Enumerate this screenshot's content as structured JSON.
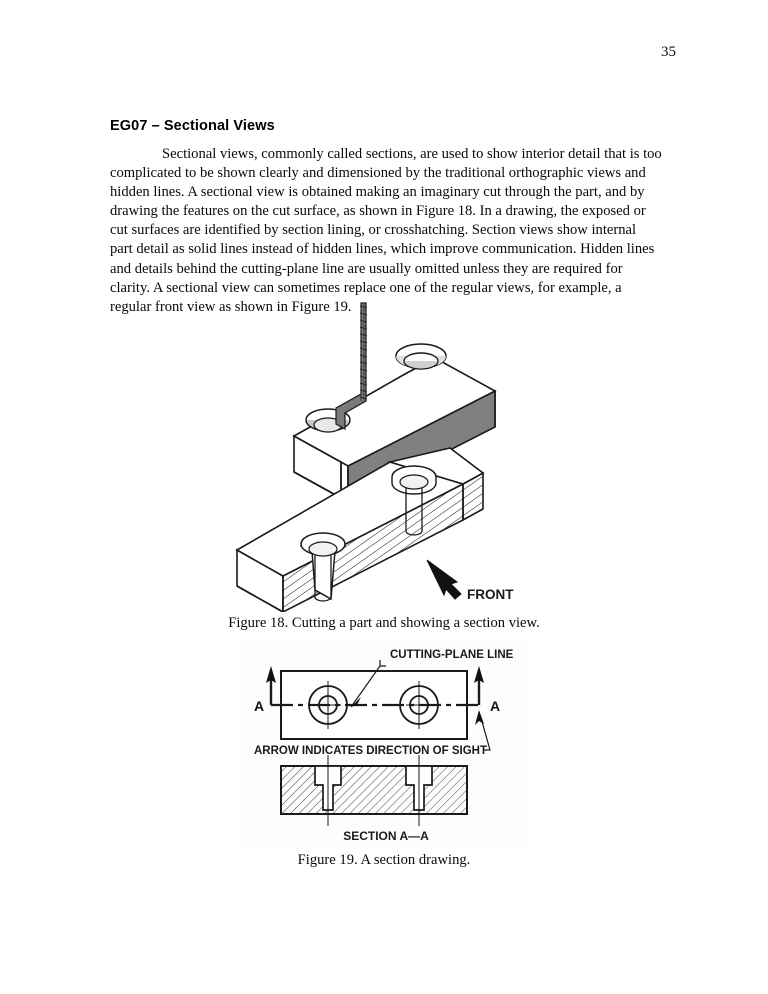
{
  "page": {
    "number": "35"
  },
  "heading": {
    "text": "EG07 – Sectional Views"
  },
  "body": {
    "paragraph": "Sectional views, commonly called sections, are used to show interior detail that is too complicated to be shown clearly and dimensioned by the traditional orthographic views and hidden lines.  A sectional view is obtained making an imaginary cut through the part, and by drawing the features on the cut surface, as shown in Figure 18.  In a drawing, the exposed or cut surfaces are identified by section lining, or crosshatching.  Section views show internal part detail as solid lines instead of hidden lines, which improve communication.  Hidden lines and details behind the cutting-plane line are usually omitted unless they are required for clarity.  A sectional view can sometimes replace one of the regular views, for example, a regular front view as shown in Figure 19."
  },
  "figure18": {
    "caption": "Figure 18. Cutting a part and showing a section view.",
    "front_label": "FRONT",
    "colors": {
      "outline": "#1a1a1a",
      "top_face": "#ffffff",
      "front_face": "#808080",
      "hatch": "#1a1a1a",
      "saw_blade": "#6e6e6e"
    }
  },
  "figure19": {
    "caption": "Figure 19. A section drawing.",
    "labels": {
      "cutting_plane_line": "CUTTING-PLANE LINE",
      "direction_of_sight": "ARROW INDICATES DIRECTION OF SIGHT",
      "section_title": "SECTION A—A",
      "arrow_label_left": "A",
      "arrow_label_right": "A"
    },
    "colors": {
      "outline": "#1a1a1a",
      "hatch": "#4a4a4a",
      "background": "#fdfdfd"
    }
  }
}
